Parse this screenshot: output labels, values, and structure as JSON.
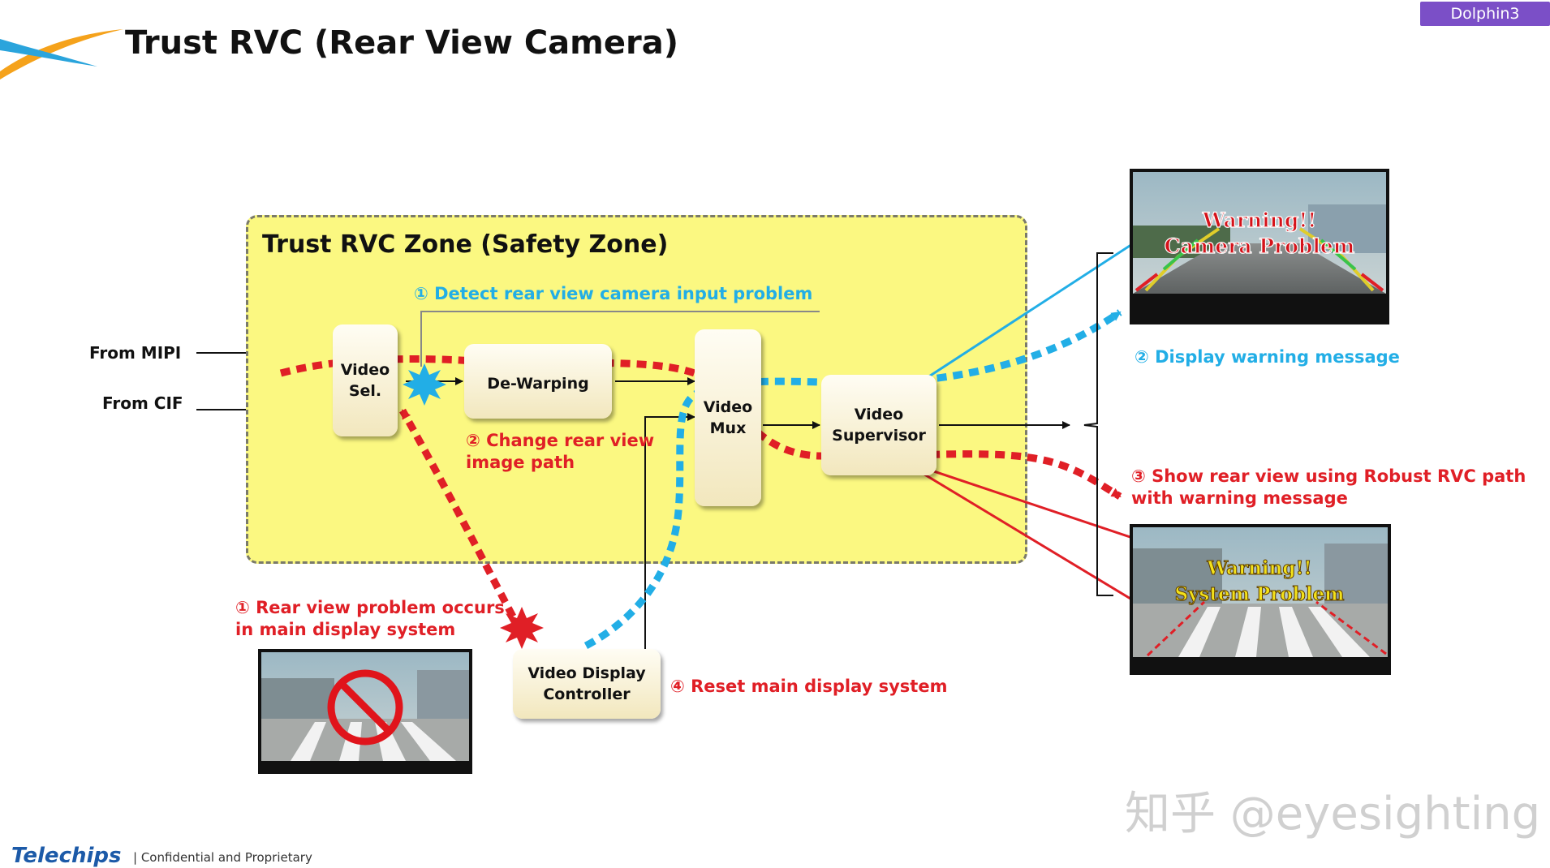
{
  "header": {
    "title": "Trust RVC (Rear View Camera)",
    "badge": "Dolphin3"
  },
  "zone": {
    "title": "Trust RVC Zone (Safety Zone)"
  },
  "inputs": {
    "mipi": "From MIPI",
    "cif": "From CIF"
  },
  "blocks": {
    "video_sel": "Video\nSel.",
    "de_warping": "De-Warping",
    "video_mux": "Video\nMux",
    "video_supervisor": "Video\nSupervisor",
    "video_display_controller": "Video Display\nController"
  },
  "annotations": {
    "detect_problem": "① Detect rear view camera input problem",
    "change_path": "② Change rear view\n    image path",
    "display_warning": "② Display warning message",
    "show_rear_view": "③ Show rear view using Robust RVC path\n    with warning message",
    "problem_occurs": "① Rear view problem occurs\n    in main display system",
    "reset_display": "④ Reset main display system"
  },
  "screens": {
    "camera_warning_line1": "Warning!!",
    "camera_warning_line2": "Camera Problem",
    "system_warning_line1": "Warning!!",
    "system_warning_line2": "System Problem"
  },
  "footer": {
    "logo": "Telechips",
    "text": "| Confidential and Proprietary"
  },
  "watermark": "知乎 @eyesighting",
  "colors": {
    "blue_path": "#22aee6",
    "red_path": "#e01f26",
    "zone_fill": "#fbf881",
    "badge": "#7b4fc7"
  }
}
